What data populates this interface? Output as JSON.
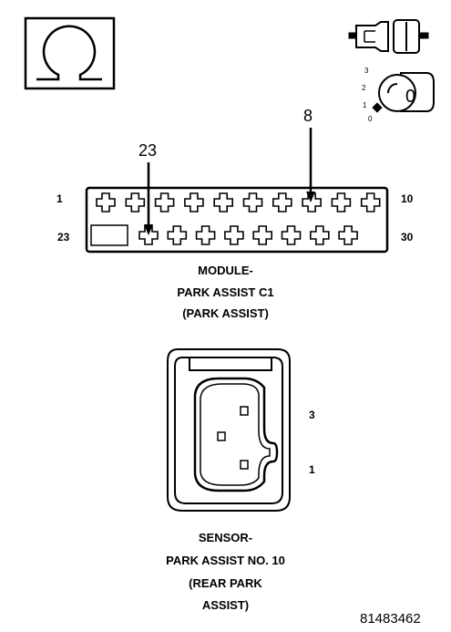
{
  "symbols": {
    "ohm_icon": "ohm-meter-icon",
    "connector_icon": "disconnected-connector-icon",
    "ignition_icon": "ignition-key-icon",
    "ignition_key_position": "0",
    "ignition_positions": [
      "3",
      "2",
      "1",
      "0"
    ]
  },
  "module_connector": {
    "arrow_labels": {
      "top_right": "8",
      "top_left": "23"
    },
    "row_labels": {
      "row1_left": "1",
      "row1_right": "10",
      "row2_left": "23",
      "row2_right": "30"
    },
    "caption": [
      "MODULE-",
      "PARK ASSIST C1",
      "(PARK ASSIST)"
    ]
  },
  "sensor_connector": {
    "pin_labels": {
      "upper": "3",
      "lower": "1"
    },
    "caption": [
      "SENSOR-",
      "PARK ASSIST NO. 10",
      "(REAR PARK",
      "ASSIST)"
    ]
  },
  "figure_id": "81483462"
}
